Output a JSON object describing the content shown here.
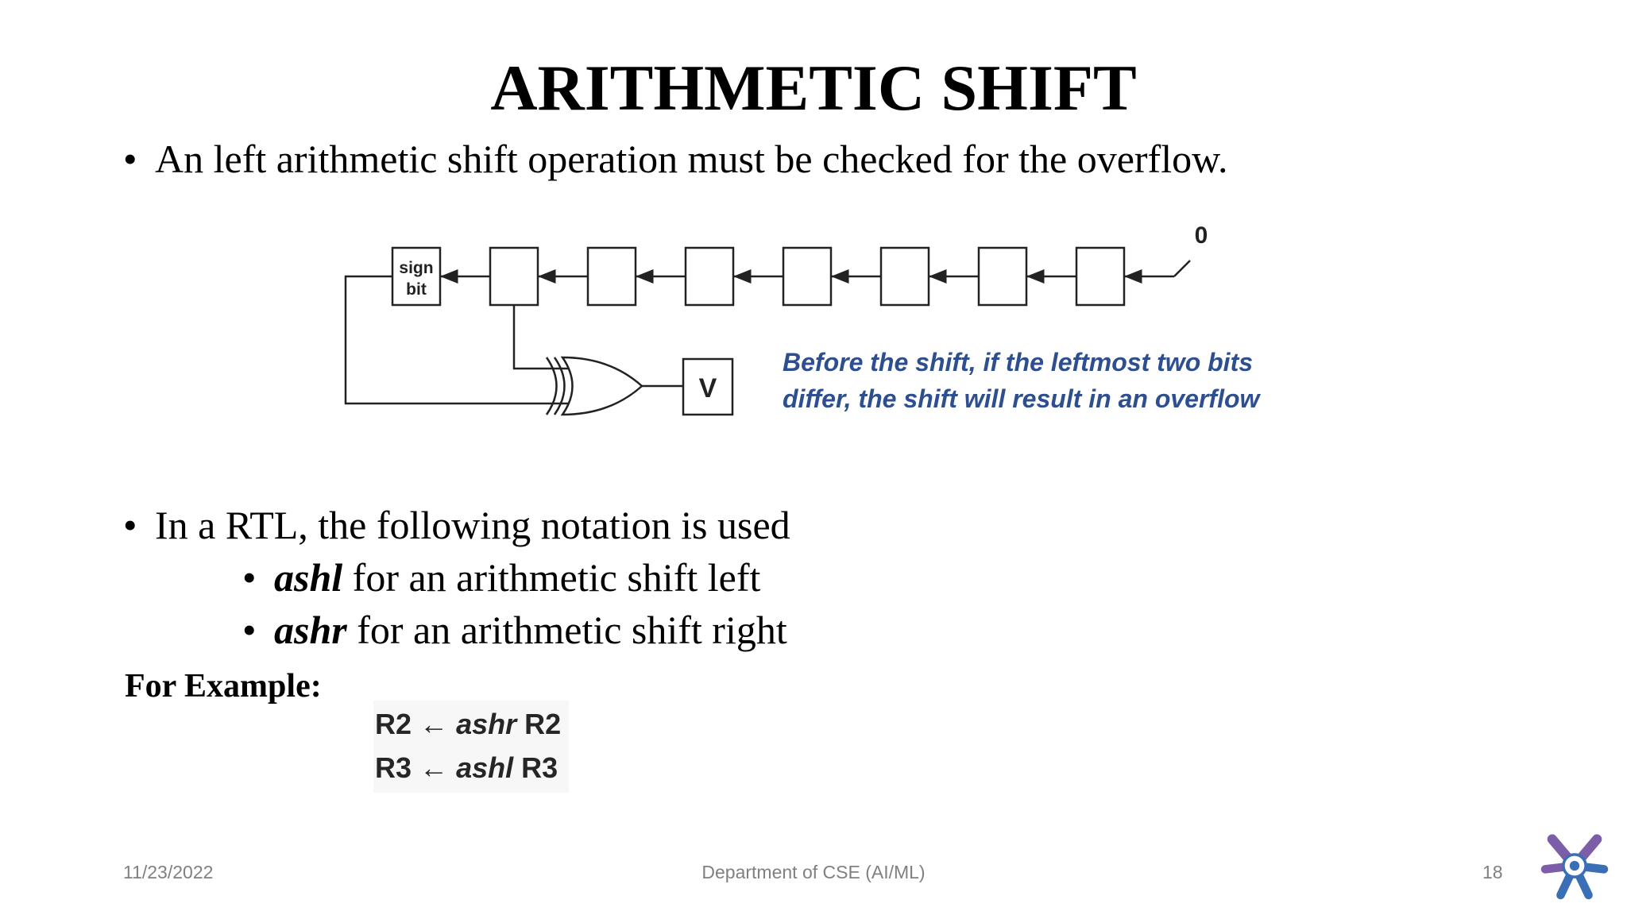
{
  "slide": {
    "title": "ARITHMETIC SHIFT",
    "bullets": [
      "An left arithmetic shift operation must be checked for the overflow.",
      "In a RTL, the following notation is used"
    ],
    "sub_bullets": [
      {
        "term": "ashl",
        "rest": " for an arithmetic shift left"
      },
      {
        "term": "ashr",
        "rest": " for an arithmetic shift right"
      }
    ],
    "bullet_glyph": "•",
    "example_label": "For Example:"
  },
  "diagram": {
    "sign_bit_label_1": "sign",
    "sign_bit_label_2": "bit",
    "input_label": "0",
    "overflow_label": "V",
    "note": "Before the shift, if the leftmost two bits differ, the shift will result in an overflow",
    "register_cells": 8
  },
  "examples": [
    {
      "left": "R2",
      "op": "ashr",
      "right": "R2"
    },
    {
      "left": "R3",
      "op": "ashl",
      "right": "R3"
    }
  ],
  "arrow_glyph": "←",
  "footer": {
    "date": "11/23/2022",
    "department": "Department of CSE (AI/ML)",
    "page": "18"
  },
  "colors": {
    "note_text": "#2e4f8f",
    "logo_purple": "#7b5ea7",
    "logo_blue": "#3a6fb6"
  }
}
